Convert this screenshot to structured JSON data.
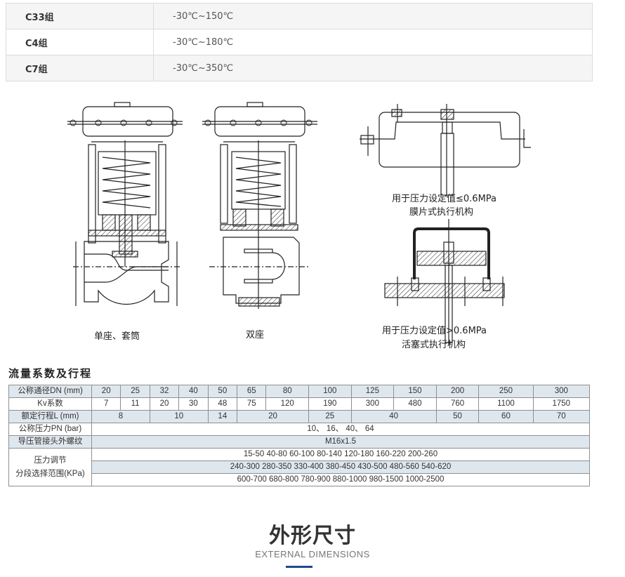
{
  "temperature_table": {
    "rows": [
      {
        "group": "C33组",
        "range": "-30℃~150℃"
      },
      {
        "group": "C4组",
        "range": "-30℃~180℃"
      },
      {
        "group": "C7组",
        "range": "-30℃~350℃"
      }
    ]
  },
  "drawings": {
    "single_seat_caption": "单座、套筒",
    "double_seat_caption": "双座",
    "diaphragm_caption_line1": "用于压力设定值≤0.6MPa",
    "diaphragm_caption_line2": "膜片式执行机构",
    "piston_caption_line1": "用于压力设定值>0.6MPa",
    "piston_caption_line2": "活塞式执行机构"
  },
  "flow_table": {
    "title": "流量系数及行程",
    "dn": {
      "label": "公称通径DN (mm)",
      "values": [
        "20",
        "25",
        "32",
        "40",
        "50",
        "65",
        "80",
        "100",
        "125",
        "150",
        "200",
        "250",
        "300"
      ]
    },
    "kv": {
      "label": "Kv系数",
      "values": [
        "7",
        "11",
        "20",
        "30",
        "48",
        "75",
        "120",
        "190",
        "300",
        "480",
        "760",
        "1100",
        "1750"
      ]
    },
    "stroke": {
      "label": "额定行程L (mm)",
      "values": [
        "8",
        "10",
        "14",
        "20",
        "25",
        "40",
        "50",
        "60",
        "70"
      ]
    },
    "pn": {
      "label": "公称压力PN (bar)",
      "value": "10、 16、 40、 64"
    },
    "thread": {
      "label": "导压管接头外螺纹",
      "value": "M16x1.5"
    },
    "pressure_range": {
      "label_line1": "压力调节",
      "label_line2": "分段选择范围(KPa)",
      "rows": [
        "15-50  40-80  60-100  80-140  120-180  160-220  200-260",
        "240-300  280-350  330-400  380-450  430-500  480-560 540-620",
        "600-700  680-800  780-900  880-1000  980-1500  1000-2500"
      ]
    }
  },
  "section": {
    "title": "外形尺寸",
    "subtitle": "EXTERNAL DIMENSIONS",
    "accent_color": "#1f4a8c"
  }
}
